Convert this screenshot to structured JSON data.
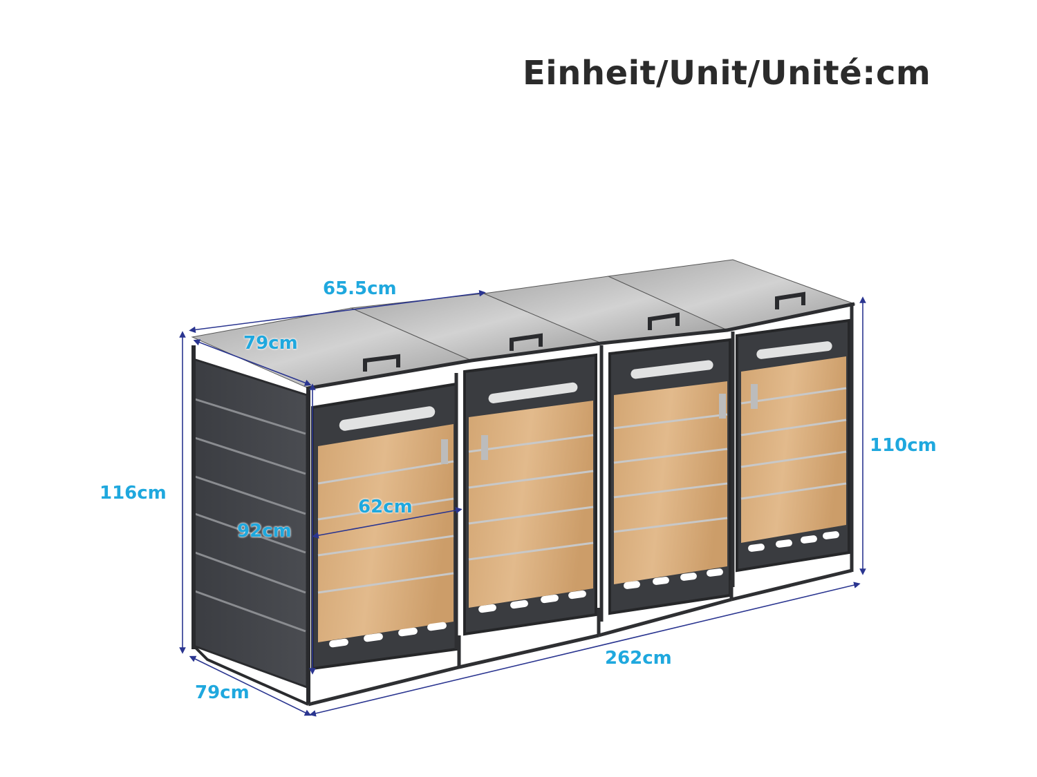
{
  "header": {
    "unit_label": "Einheit/Unit/Unité:cm"
  },
  "dimensions": {
    "top_depth": "65.5cm",
    "top_side_depth": "79cm",
    "total_height_left": "116cm",
    "inner_height": "92cm",
    "door_width": "62cm",
    "bottom_depth": "79cm",
    "total_width": "262cm",
    "front_height_right": "110cm"
  },
  "colors": {
    "dimension_text": "#1fa8de",
    "dimension_line": "#2a3590",
    "frame": "#3a3c40",
    "wood": "#d8ad7c",
    "lid": "#b9b9b9",
    "title": "#2b2b2b"
  }
}
